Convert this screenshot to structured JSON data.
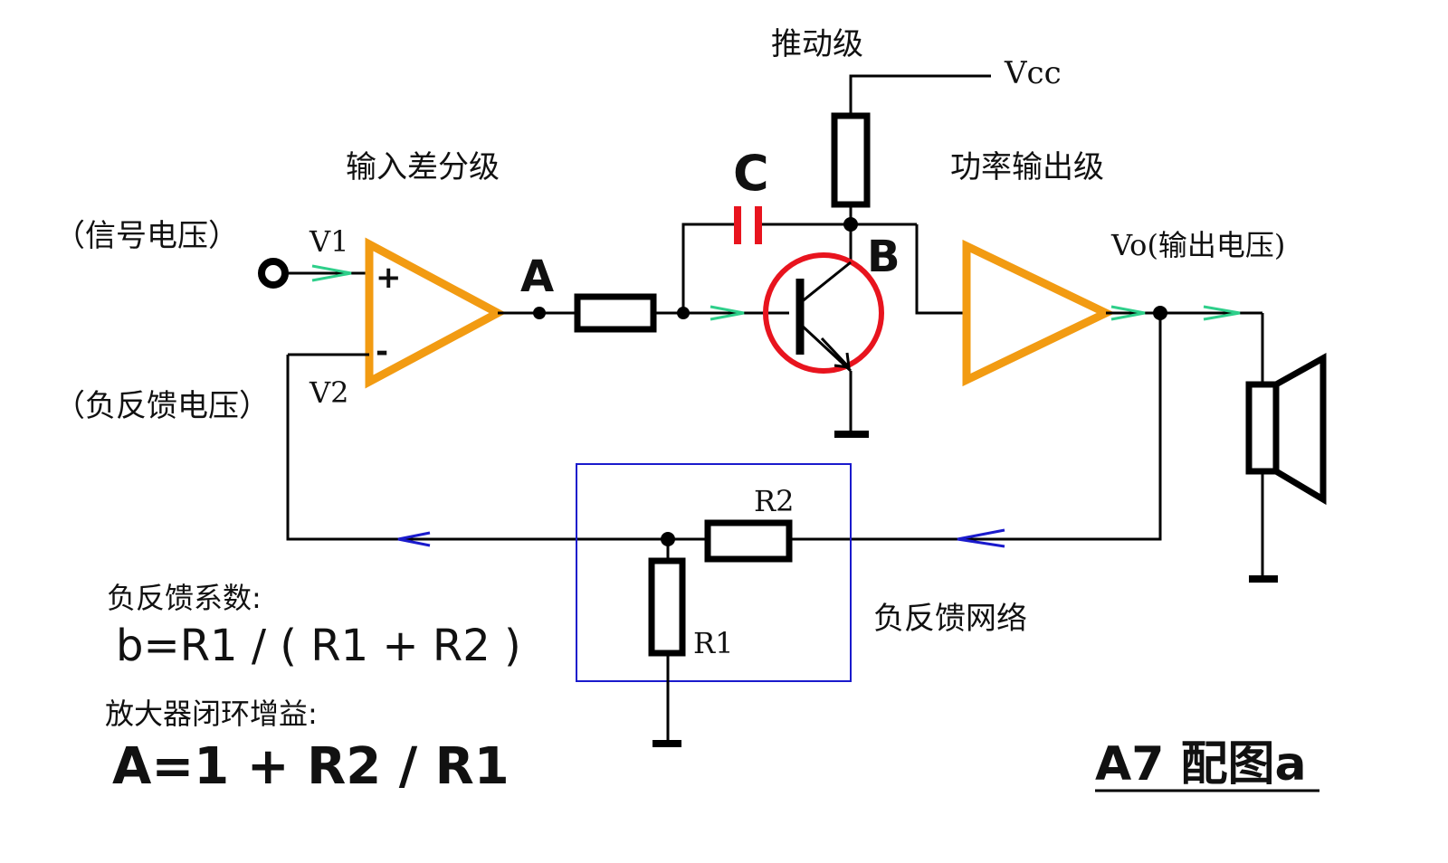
{
  "title": "A7 配图a",
  "stages": {
    "input": "输入差分级",
    "driver": "推动级",
    "power": "功率输出级"
  },
  "signals": {
    "v1": "V1",
    "v2": "V2",
    "vcc": "Vcc",
    "vo": "Vo(输出电压)",
    "signal_voltage": "（信号电压）",
    "feedback_voltage": "（负反馈电压）"
  },
  "nodes": {
    "a": "A",
    "b": "B",
    "c": "C"
  },
  "opamp_inputs": {
    "plus": "+",
    "minus": "-"
  },
  "feedback": {
    "network_label": "负反馈网络",
    "r1": "R1",
    "r2": "R2"
  },
  "formulas": {
    "feedback_coef_label": "负反馈系数:",
    "feedback_coef": "b=R1 / ( R1 + R2 )",
    "gain_label": "放大器闭环增益:",
    "gain": "A=1 + R2 / R1"
  },
  "colors": {
    "amplifier": "#f29b12",
    "transistor_circle": "#e8141e",
    "capacitor": "#e8141e",
    "feedback_box": "#1a1acc",
    "forward_arrow": "#2ecf8a",
    "feedback_arrow": "#1a1acc"
  }
}
